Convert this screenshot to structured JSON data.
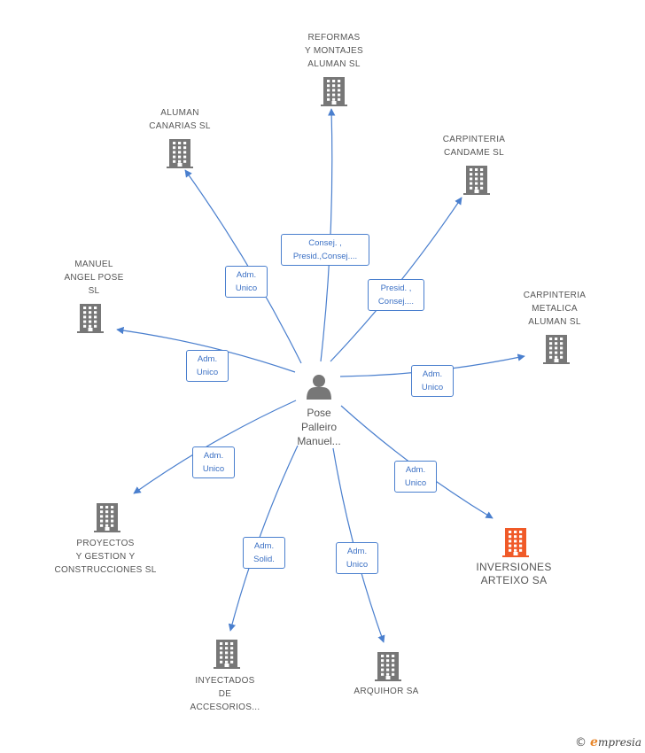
{
  "center": {
    "label": "Pose\nPalleiro\nManuel..."
  },
  "nodes": [
    {
      "id": "reformas",
      "label": "REFORMAS\nY MONTAJES\nALUMAN SL",
      "color": "#777777"
    },
    {
      "id": "aluman-canarias",
      "label": "ALUMAN\nCANARIAS SL",
      "color": "#777777"
    },
    {
      "id": "carpinteria-candame",
      "label": "CARPINTERIA\nCANDAME SL",
      "color": "#777777"
    },
    {
      "id": "manuel-angel",
      "label": "MANUEL\nANGEL POSE\nSL",
      "color": "#777777"
    },
    {
      "id": "carpinteria-metalica",
      "label": "CARPINTERIA\nMETALICA\nALUMAN SL",
      "color": "#777777"
    },
    {
      "id": "proyectos",
      "label": "PROYECTOS\nY GESTION Y\nCONSTRUCCIONES SL",
      "color": "#777777"
    },
    {
      "id": "inversiones",
      "label": "INVERSIONES\nARTEIXO SA",
      "color": "#f05a28"
    },
    {
      "id": "inyectados",
      "label": "INYECTADOS\nDE\nACCESORIOS...",
      "color": "#777777"
    },
    {
      "id": "arquihor",
      "label": "ARQUIHOR SA",
      "color": "#777777"
    }
  ],
  "edges": [
    {
      "to": "reformas",
      "label": "Consej. ,\nPresid.,Consej...."
    },
    {
      "to": "aluman-canarias",
      "label": "Adm.\nUnico"
    },
    {
      "to": "carpinteria-candame",
      "label": "Presid. ,\nConsej...."
    },
    {
      "to": "manuel-angel",
      "label": "Adm.\nUnico"
    },
    {
      "to": "carpinteria-metalica",
      "label": "Adm.\nUnico"
    },
    {
      "to": "proyectos",
      "label": "Adm.\nUnico"
    },
    {
      "to": "inversiones",
      "label": "Adm.\nUnico"
    },
    {
      "to": "inyectados",
      "label": "Adm.\nSolid."
    },
    {
      "to": "arquihor",
      "label": "Adm.\nUnico"
    }
  ],
  "colors": {
    "edge": "#4a7fce",
    "building": "#777777",
    "highlight": "#f05a28",
    "person": "#777777"
  },
  "brand": {
    "copyright": "©",
    "initial": "e",
    "rest": "mpresia"
  }
}
